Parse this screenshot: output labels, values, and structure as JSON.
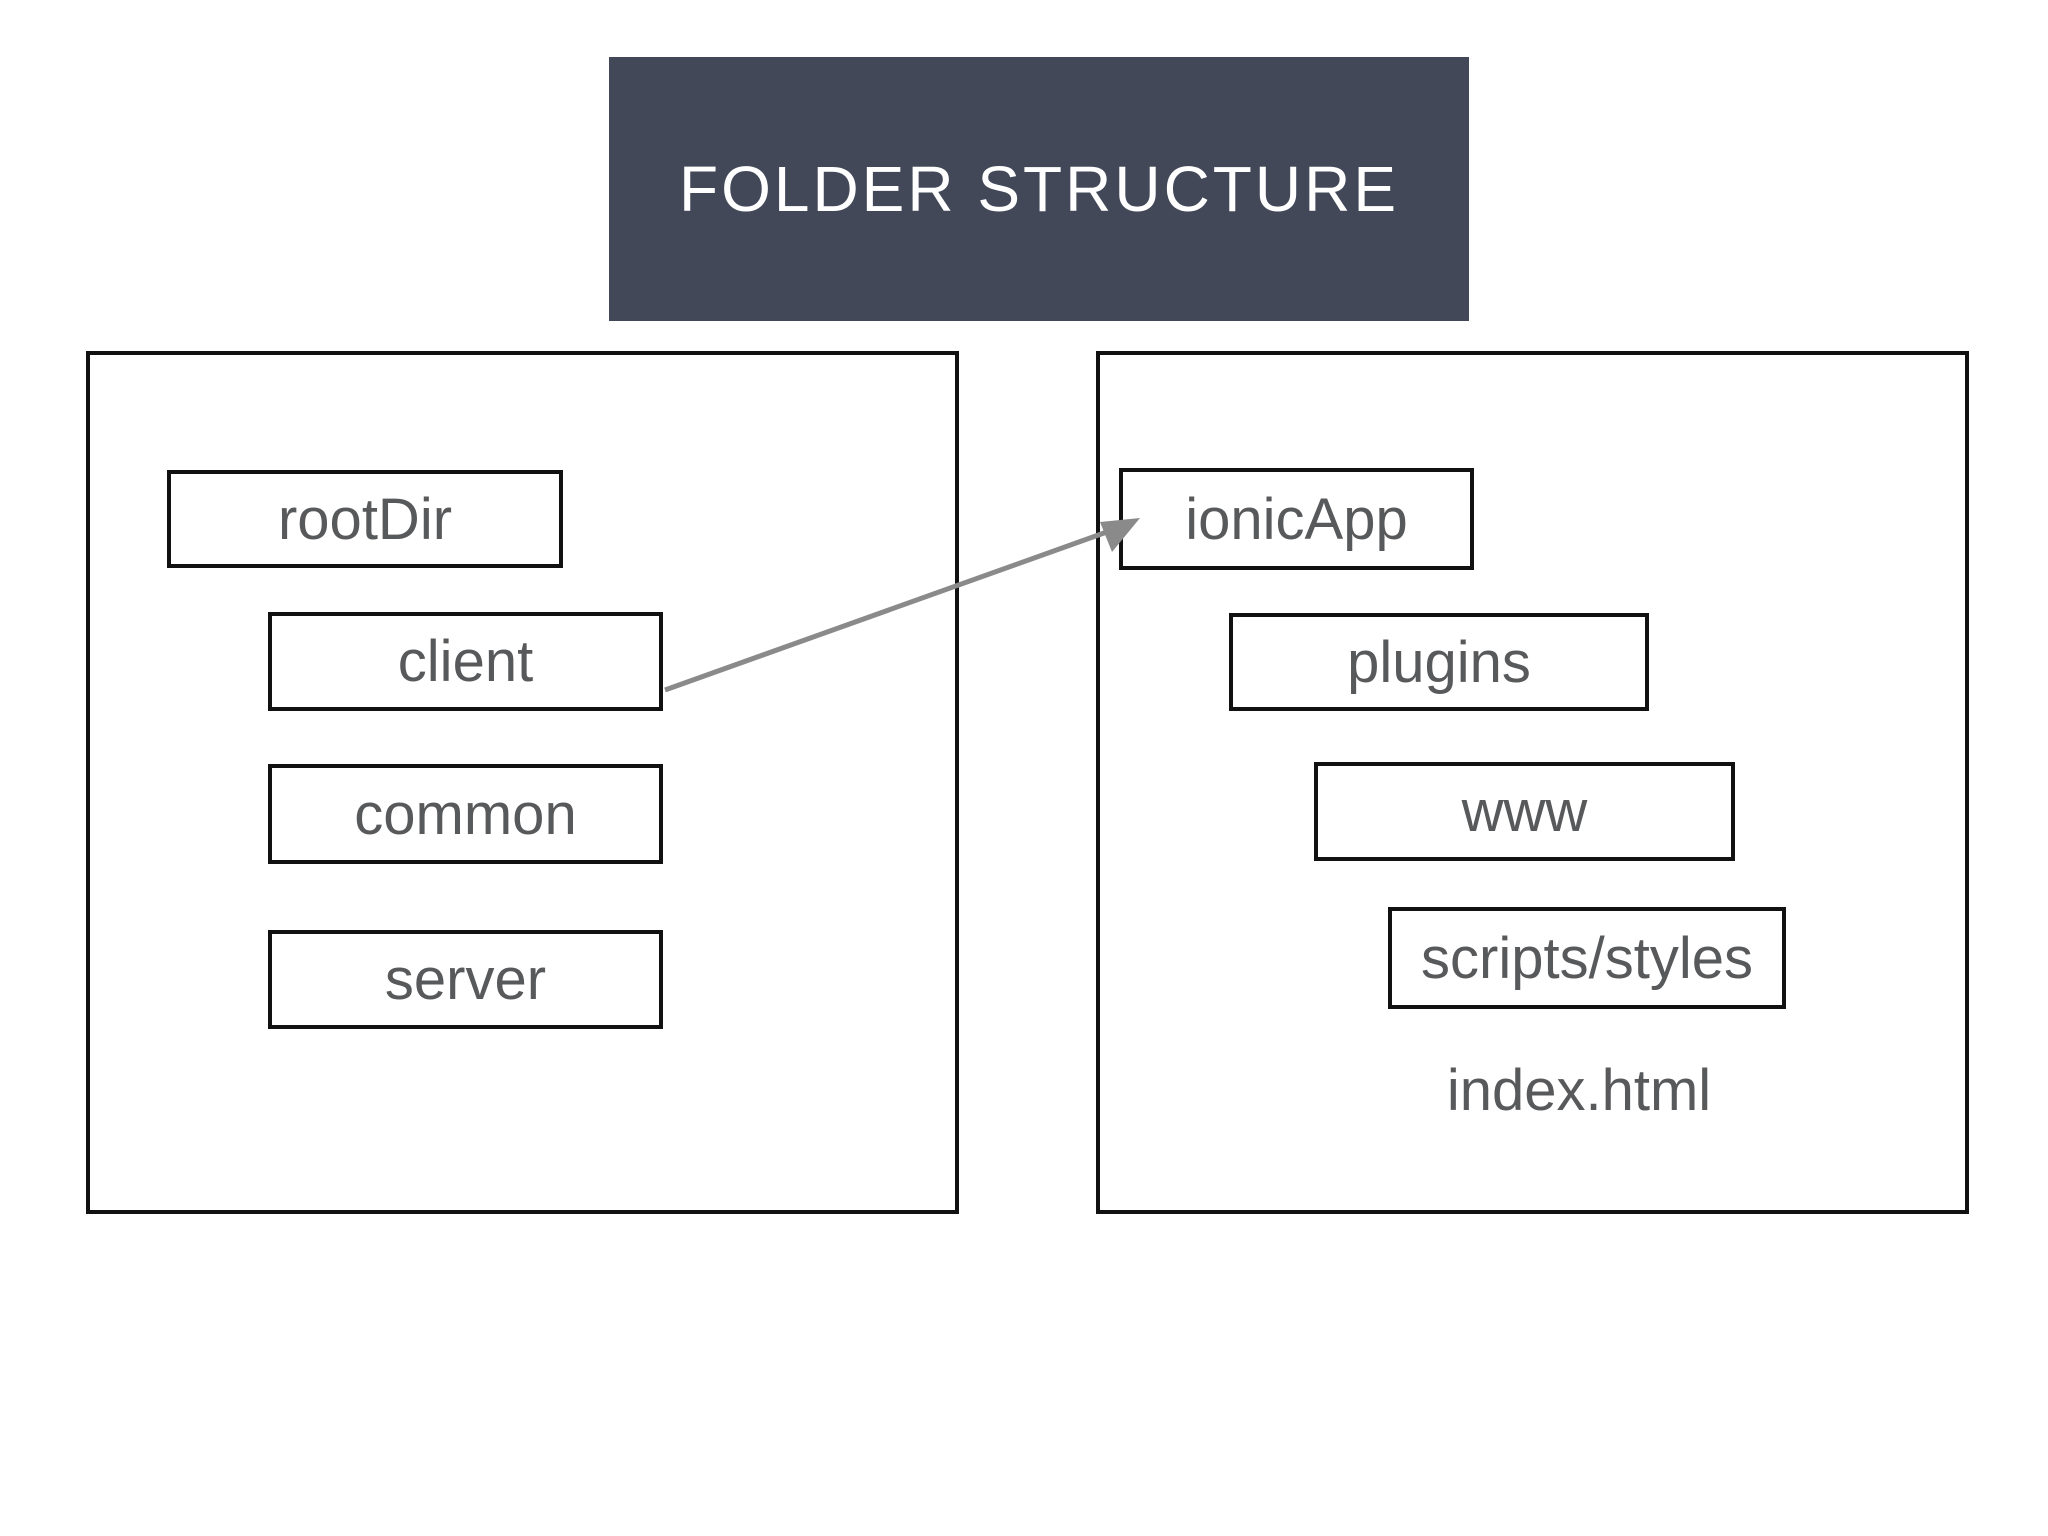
{
  "title": "FOLDER STRUCTURE",
  "panels": {
    "left": {
      "items": [
        {
          "label": "rootDir"
        },
        {
          "label": "client"
        },
        {
          "label": "common"
        },
        {
          "label": "server"
        }
      ]
    },
    "right": {
      "items": [
        {
          "label": "ionicApp"
        },
        {
          "label": "plugins"
        },
        {
          "label": "www"
        },
        {
          "label": "scripts/styles"
        },
        {
          "label": "index.html"
        }
      ]
    }
  },
  "arrow": {
    "from": "client",
    "to": "ionicApp"
  },
  "colors": {
    "background": "#ffffff",
    "header_bg": "#424857",
    "title_text": "#ffffff",
    "box_border": "#111111",
    "label_text": "#58595b",
    "arrow": "#8a8a8a"
  }
}
